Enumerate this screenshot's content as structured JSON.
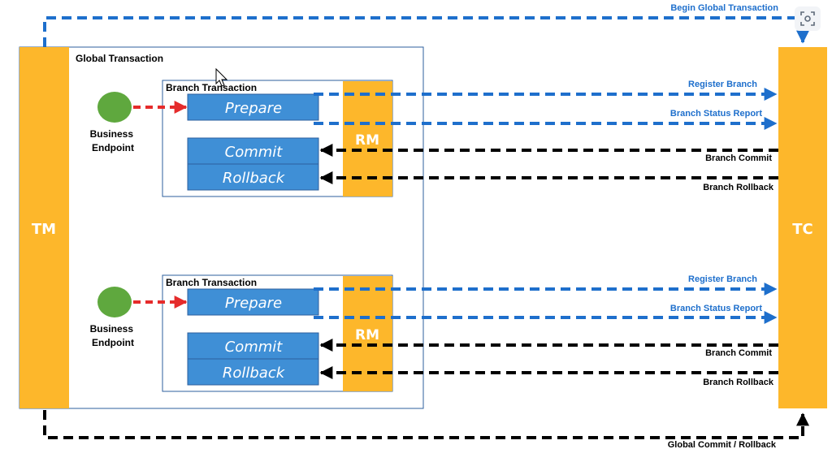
{
  "diagram": {
    "tm_label": "TM",
    "tc_label": "TC",
    "global_transaction_label": "Global Transaction",
    "begin_global_label": "Begin Global Transaction",
    "global_commit_label": "Global Commit / Rollback",
    "branches": [
      {
        "title": "Branch Transaction",
        "rm_label": "RM",
        "endpoint_label_line1": "Business",
        "endpoint_label_line2": "Endpoint",
        "steps": [
          "Prepare",
          "Commit",
          "Rollback"
        ],
        "messages": {
          "register": "Register Branch",
          "status": "Branch Status Report",
          "commit": "Branch Commit",
          "rollback": "Branch Rollback"
        }
      },
      {
        "title": "Branch Transaction",
        "rm_label": "RM",
        "endpoint_label_line1": "Business",
        "endpoint_label_line2": "Endpoint",
        "steps": [
          "Prepare",
          "Commit",
          "Rollback"
        ],
        "messages": {
          "register": "Register Branch",
          "status": "Branch Status Report",
          "commit": "Branch Commit",
          "rollback": "Branch Rollback"
        }
      }
    ]
  },
  "colors": {
    "tm_tc_fill": "#FDB72B",
    "step_fill": "#3F8FD6",
    "request_arrow": "#1E6FCC",
    "response_arrow": "#000000",
    "endpoint_arrow": "#E52B2B",
    "endpoint_fill": "#5FA83E",
    "label_blue": "#1E6FCC"
  },
  "toolbar": {
    "lens_icon": "lens-search-icon"
  }
}
